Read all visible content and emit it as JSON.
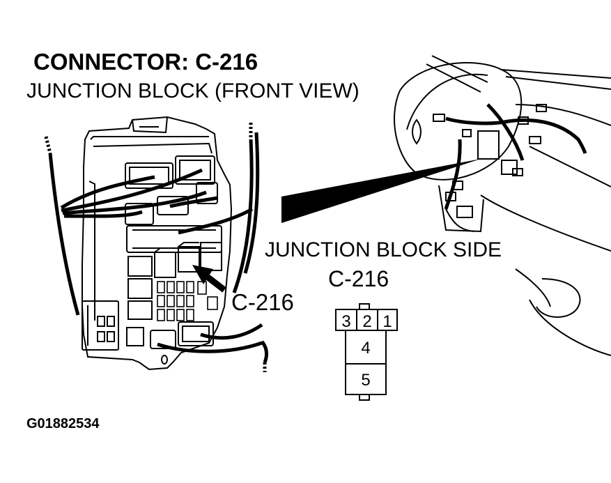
{
  "header": {
    "title": "CONNECTOR: C-216",
    "subtitle": "JUNCTION BLOCK (FRONT VIEW)"
  },
  "callouts": {
    "main_connector": "C-216"
  },
  "side_view": {
    "title": "JUNCTION BLOCK SIDE",
    "connector": "C-216",
    "pins": [
      "3",
      "2",
      "1",
      "4",
      "5"
    ]
  },
  "footer": {
    "figure_id": "G01882534"
  }
}
